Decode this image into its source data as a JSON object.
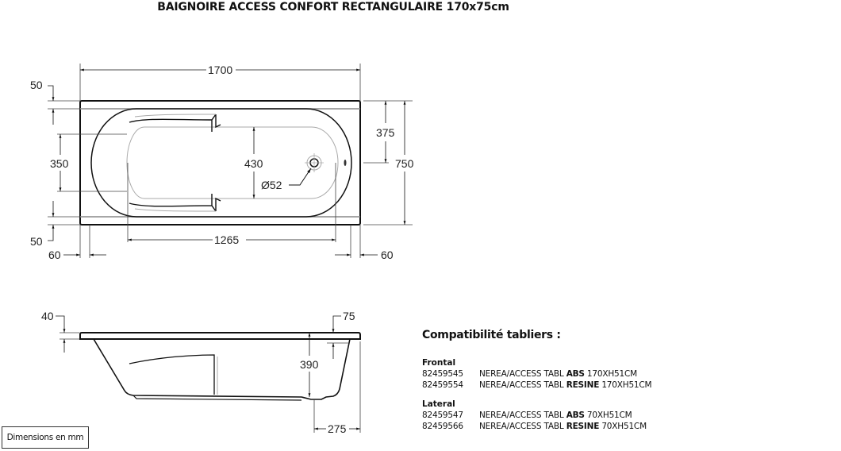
{
  "title": "BAIGNOIRE ACCESS CONFORT RECTANGULAIRE 170x75cm",
  "top_view": {
    "dimensions": {
      "overall_length": "1700",
      "overall_width": "750",
      "half_width_to_drain": "375",
      "rim_top": "50",
      "rim_bottom": "50",
      "armrest_spacing": "350",
      "inner_width": "430",
      "inner_length": "1265",
      "end_offset_left": "60",
      "end_offset_right": "60",
      "drain_diameter": "Ø52"
    }
  },
  "side_view": {
    "dimensions": {
      "rim_thickness": "40",
      "depth": "390",
      "end_rim": "75",
      "drain_offset": "275"
    }
  },
  "compatibility": {
    "heading": "Compatibilité tabliers :",
    "groups": [
      {
        "label": "Frontal",
        "items": [
          {
            "code": "82459545",
            "prefix": "NEREA/ACCESS TABL ",
            "material": "ABS",
            "size": " 170XH51CM"
          },
          {
            "code": "82459554",
            "prefix": "NEREA/ACCESS TABL ",
            "material": "RESINE",
            "size": " 170XH51CM"
          }
        ]
      },
      {
        "label": "Lateral",
        "items": [
          {
            "code": "82459547",
            "prefix": "NEREA/ACCESS TABL ",
            "material": "ABS",
            "size": " 70XH51CM"
          },
          {
            "code": "82459566",
            "prefix": "NEREA/ACCESS TABL ",
            "material": "RESINE",
            "size": " 70XH51CM"
          }
        ]
      }
    ]
  },
  "units_note": "Dimensions en mm",
  "colors": {
    "line": "#111111",
    "construction_line": "#555555",
    "light_line": "#aaaaaa"
  }
}
